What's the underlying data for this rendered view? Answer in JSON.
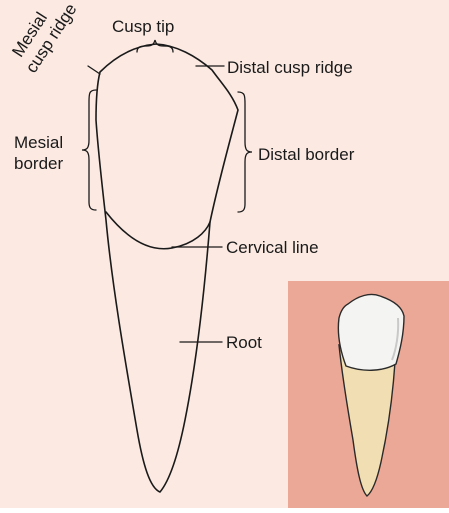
{
  "labels": {
    "mesial_cusp_ridge_line1": "Mesial",
    "mesial_cusp_ridge_line2": "cusp ridge",
    "cusp_tip": "Cusp tip",
    "distal_cusp_ridge": "Distal cusp ridge",
    "mesial_border_line1": "Mesial",
    "mesial_border_line2": "border",
    "distal_border": "Distal border",
    "cervical_line": "Cervical line",
    "root": "Root"
  },
  "colors": {
    "background": "#fbe9e2",
    "photo_background": "#eca896",
    "crown": "#f4f4f2",
    "root": "#f1dfb3",
    "line": "#1a1a1a"
  }
}
